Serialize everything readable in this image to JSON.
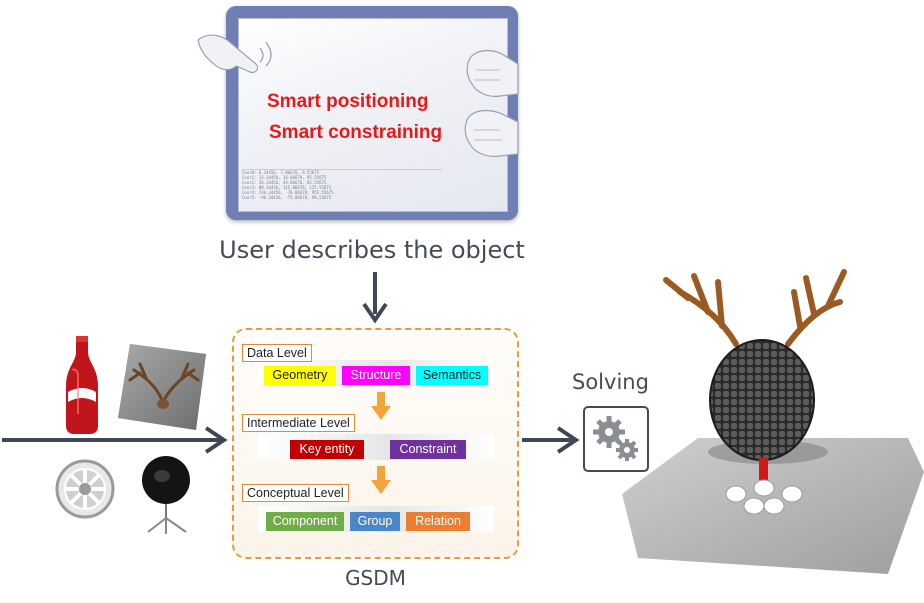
{
  "tablet": {
    "line1": "Smart positioning",
    "line2": "Smart constraining",
    "coords": [
      "Coor0: 6.34456, 7.86678, 9.55675",
      "Coor1: 12.34456, 16.86678, 95.55675",
      "Coor2: 26.34456, 44.86678, 85.55675",
      "Coor3: 88.34456, 115.86678, 125.55675",
      "Coor4: 234.34456, -78.86678, 955.55675",
      "Coor5: -96.34456, -75.86678, 98.55675"
    ]
  },
  "user_caption": "User describes the object",
  "gsdm": {
    "caption": "GSDM",
    "levels": [
      {
        "label": "Data Level",
        "items": [
          {
            "text": "Geometry",
            "color": "#ffff00",
            "text_color": "#222222"
          },
          {
            "text": "Structure",
            "color": "#ff00ff",
            "text_color": "#ffffff"
          },
          {
            "text": "Semantics",
            "color": "#00ffff",
            "text_color": "#222222"
          }
        ]
      },
      {
        "label": "Intermediate Level",
        "items": [
          {
            "text": "Key entity",
            "color": "#c00000",
            "text_color": "#ffffff"
          },
          {
            "text": "Constraint",
            "color": "#7030a0",
            "text_color": "#ffffff"
          }
        ]
      },
      {
        "label": "Conceptual Level",
        "items": [
          {
            "text": "Component",
            "color": "#70ad47",
            "text_color": "#ffffff"
          },
          {
            "text": "Group",
            "color": "#4a86c8",
            "text_color": "#ffffff"
          },
          {
            "text": "Relation",
            "color": "#ed7d31",
            "text_color": "#ffffff"
          }
        ]
      }
    ]
  },
  "solving_label": "Solving",
  "colors": {
    "arrow": "#3e4857",
    "level_arrow": "#f2a53a",
    "tablet_frame": "#6d7fb3",
    "tablet_text": "#e8191a"
  },
  "icons": [
    "hand-pointing-icon",
    "hand-frame-icon",
    "cola-bottle-icon",
    "antlers-icon",
    "wheel-rim-icon",
    "egg-chair-icon",
    "gears-icon",
    "antler-chair-scene-icon"
  ]
}
